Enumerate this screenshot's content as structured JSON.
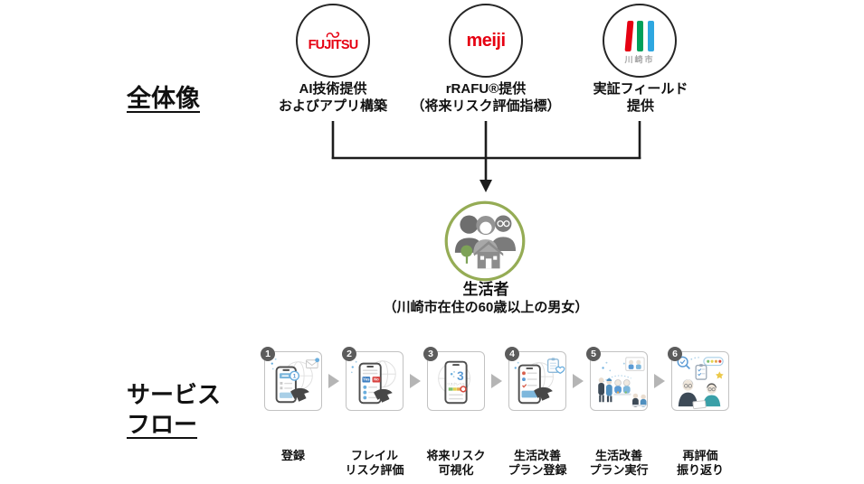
{
  "overview": {
    "heading": "全体像",
    "partners": [
      {
        "id": "fujitsu",
        "logo_text": "FUJITSU",
        "logo_color": "#e60012",
        "role_line1": "AI技術提供",
        "role_line2": "およびアプリ構築"
      },
      {
        "id": "meiji",
        "logo_text": "meiji",
        "logo_color": "#e60012",
        "role_line1": "rRAFU®提供",
        "role_line2": "（将来リスク評価指標）"
      },
      {
        "id": "kawasaki",
        "logo_text": "川崎市",
        "bar_colors": [
          "#e60012",
          "#00a05a",
          "#2ea7e0"
        ],
        "role_line1": "実証フィールド",
        "role_line2": "提供"
      }
    ],
    "target": {
      "label": "生活者",
      "sublabel": "（川崎市在住の60歳以上の男女）",
      "ring_color": "#95ac55"
    }
  },
  "service_flow": {
    "heading_line1": "サービス",
    "heading_line2": "フロー",
    "steps": [
      {
        "num": "1",
        "label_line1": "登録",
        "label_line2": ""
      },
      {
        "num": "2",
        "label_line1": "フレイル",
        "label_line2": "リスク評価"
      },
      {
        "num": "3",
        "label_line1": "将来リスク",
        "label_line2": "可視化"
      },
      {
        "num": "4",
        "label_line1": "生活改善",
        "label_line2": "プラン登録"
      },
      {
        "num": "5",
        "label_line1": "生活改善",
        "label_line2": "プラン実行"
      },
      {
        "num": "6",
        "label_line1": "再評価",
        "label_line2": "振り返り"
      }
    ],
    "illustration_text": {
      "step1_notification": "1",
      "step2_yes": "Yes",
      "step2_no": "No",
      "step3_number": "3",
      "step3_caption": "リスクレベル"
    },
    "colors": {
      "accent_blue": "#5b9bd5",
      "yes_blue": "#3f7fc1",
      "no_red": "#d8423f",
      "arrow_gray": "#b5b5b5"
    }
  }
}
